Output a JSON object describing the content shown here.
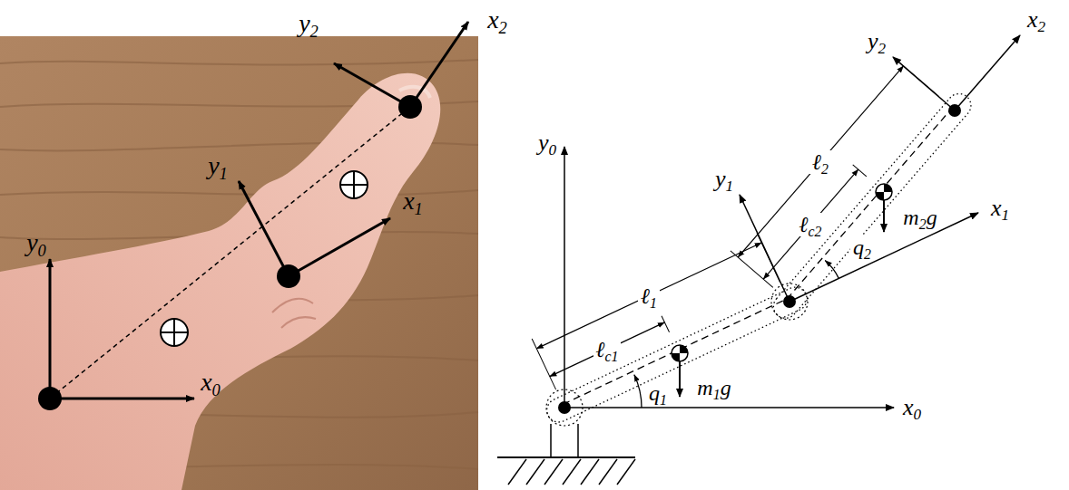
{
  "diagram": {
    "labels": [
      "y2",
      "x2",
      "y1",
      "x1",
      "y0",
      "x0",
      "y2",
      "x2",
      "ℓ2",
      "y0",
      "y1",
      "ℓc2",
      "m2g",
      "x1",
      "q2",
      "ℓ1",
      "ℓc1",
      "m1g",
      "q1",
      "x0"
    ]
  }
}
